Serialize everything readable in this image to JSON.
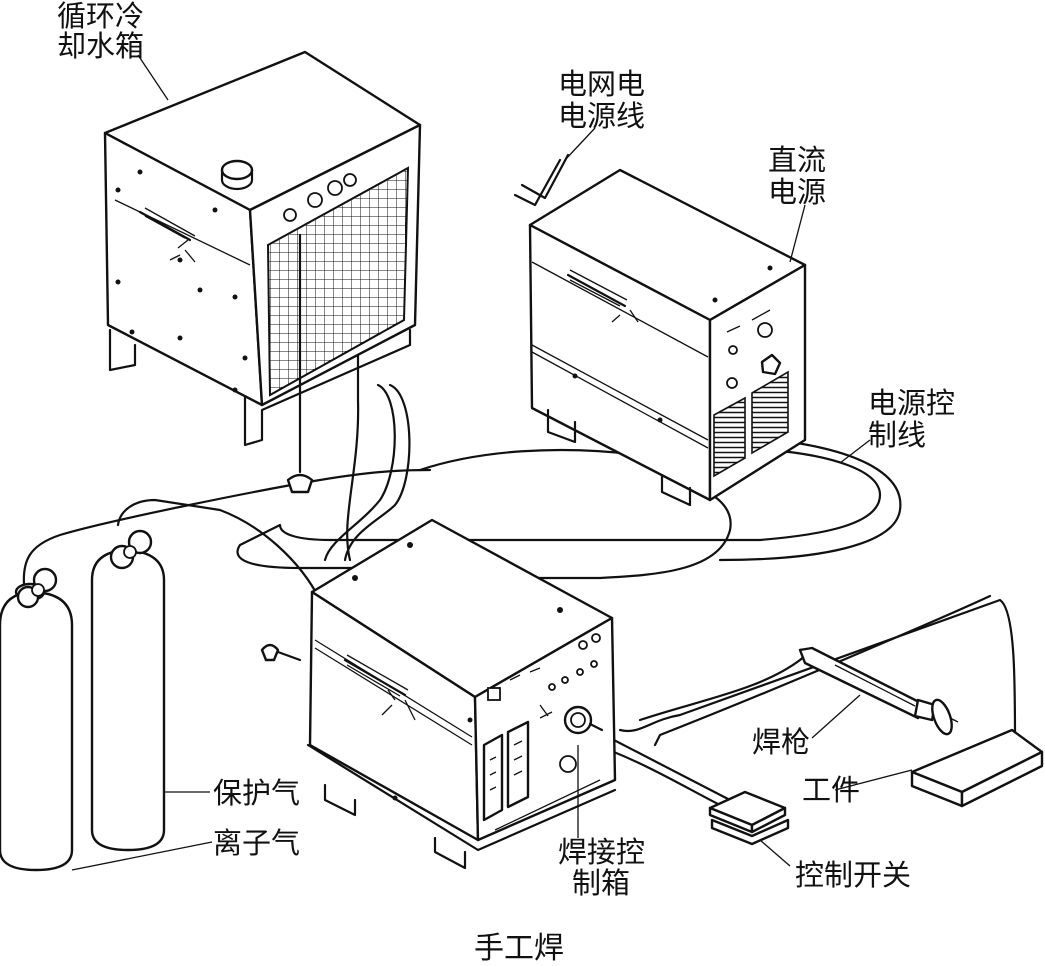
{
  "labels": {
    "cooling_tank_l1": "循环冷",
    "cooling_tank_l2": "却水箱",
    "grid_cable_l1": "电网电",
    "grid_cable_l2": "电源线",
    "dc_power_l1": "直流",
    "dc_power_l2": "电源",
    "power_ctrl_cable_l1": "电源控",
    "power_ctrl_cable_l2": "制线",
    "welding_torch": "焊枪",
    "workpiece": "工件",
    "shield_gas": "保护气",
    "plasma_gas": "离子气",
    "control_box_l1": "焊接控",
    "control_box_l2": "制箱",
    "control_switch": "控制开关"
  },
  "caption": "手工焊",
  "colors": {
    "line": "#111111",
    "background": "#ffffff"
  }
}
